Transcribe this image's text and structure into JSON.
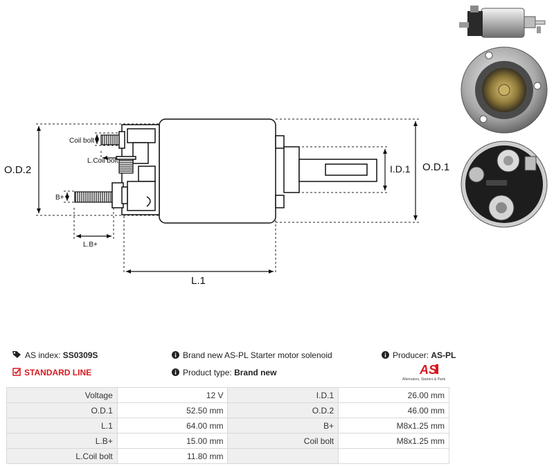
{
  "diagram": {
    "labels": {
      "od2": "O.D.2",
      "od1": "O.D.1",
      "id1": "I.D.1",
      "l1": "L.1",
      "lbplus": "L.B+",
      "bplus": "B+",
      "coil_bolt": "Coil bolt",
      "l_coil_bolt": "L.Coil bolt"
    }
  },
  "info": {
    "as_index_label": "AS index:",
    "as_index_value": "SS0309S",
    "standard_line": "STANDARD LINE",
    "description": "Brand new AS-PL Starter motor solenoid",
    "product_type_label": "Product type:",
    "product_type_value": "Brand new",
    "producer_label": "Producer:",
    "producer_value": "AS-PL"
  },
  "logo": {
    "mark": "AS",
    "tagline": "Alternators, Starters & Parts",
    "color": "#d71920"
  },
  "specs": [
    {
      "l1": "Voltage",
      "v1": "12 V",
      "l2": "I.D.1",
      "v2": "26.00 mm"
    },
    {
      "l1": "O.D.1",
      "v1": "52.50 mm",
      "l2": "O.D.2",
      "v2": "46.00 mm"
    },
    {
      "l1": "L.1",
      "v1": "64.00 mm",
      "l2": "B+",
      "v2": "M8x1.25 mm"
    },
    {
      "l1": "L.B+",
      "v1": "15.00 mm",
      "l2": "Coil bolt",
      "v2": "M8x1.25 mm"
    },
    {
      "l1": "L.Coil bolt",
      "v1": "11.80 mm",
      "l2": "",
      "v2": ""
    }
  ]
}
